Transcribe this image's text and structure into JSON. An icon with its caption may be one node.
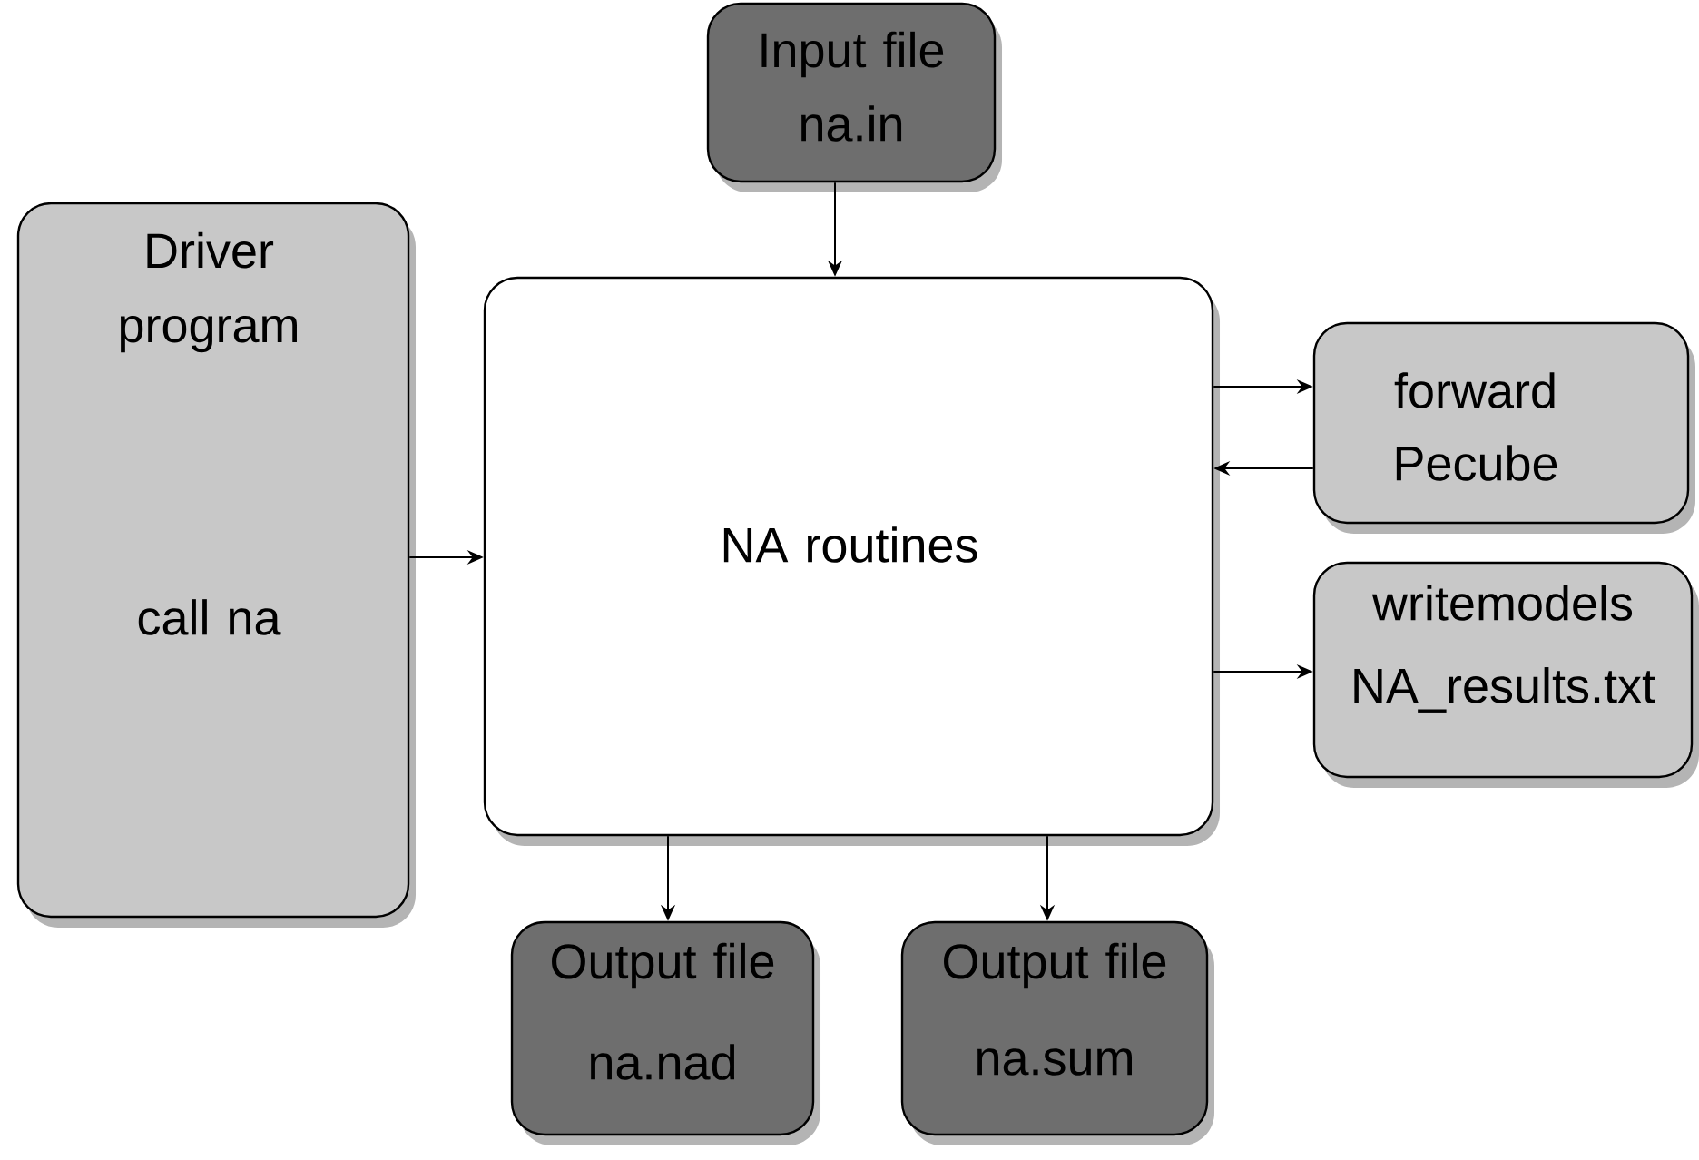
{
  "diagram": {
    "nodes": [
      {
        "text": [
          "Input file",
          "na.in"
        ]
      },
      {
        "text": [
          "Driver program",
          "call na"
        ]
      },
      {
        "text": [
          "NA routines"
        ]
      },
      {
        "text": [
          "forward",
          "Pecube"
        ]
      },
      {
        "text": [
          "writemodels",
          "NA_results.txt"
        ]
      },
      {
        "text": [
          "Output file",
          "na.nad"
        ]
      },
      {
        "text": [
          "Output file",
          "na.sum"
        ]
      }
    ],
    "edges": [
      {
        "from": 0,
        "to": 2,
        "arrow": "to"
      },
      {
        "from": 1,
        "to": 2,
        "arrow": "to"
      },
      {
        "from": 2,
        "to": 3,
        "arrow": "to"
      },
      {
        "from": 3,
        "to": 2,
        "arrow": "to"
      },
      {
        "from": 2,
        "to": 4,
        "arrow": "to"
      },
      {
        "from": 2,
        "to": 5,
        "arrow": "to"
      },
      {
        "from": 2,
        "to": 6,
        "arrow": "to"
      }
    ]
  }
}
